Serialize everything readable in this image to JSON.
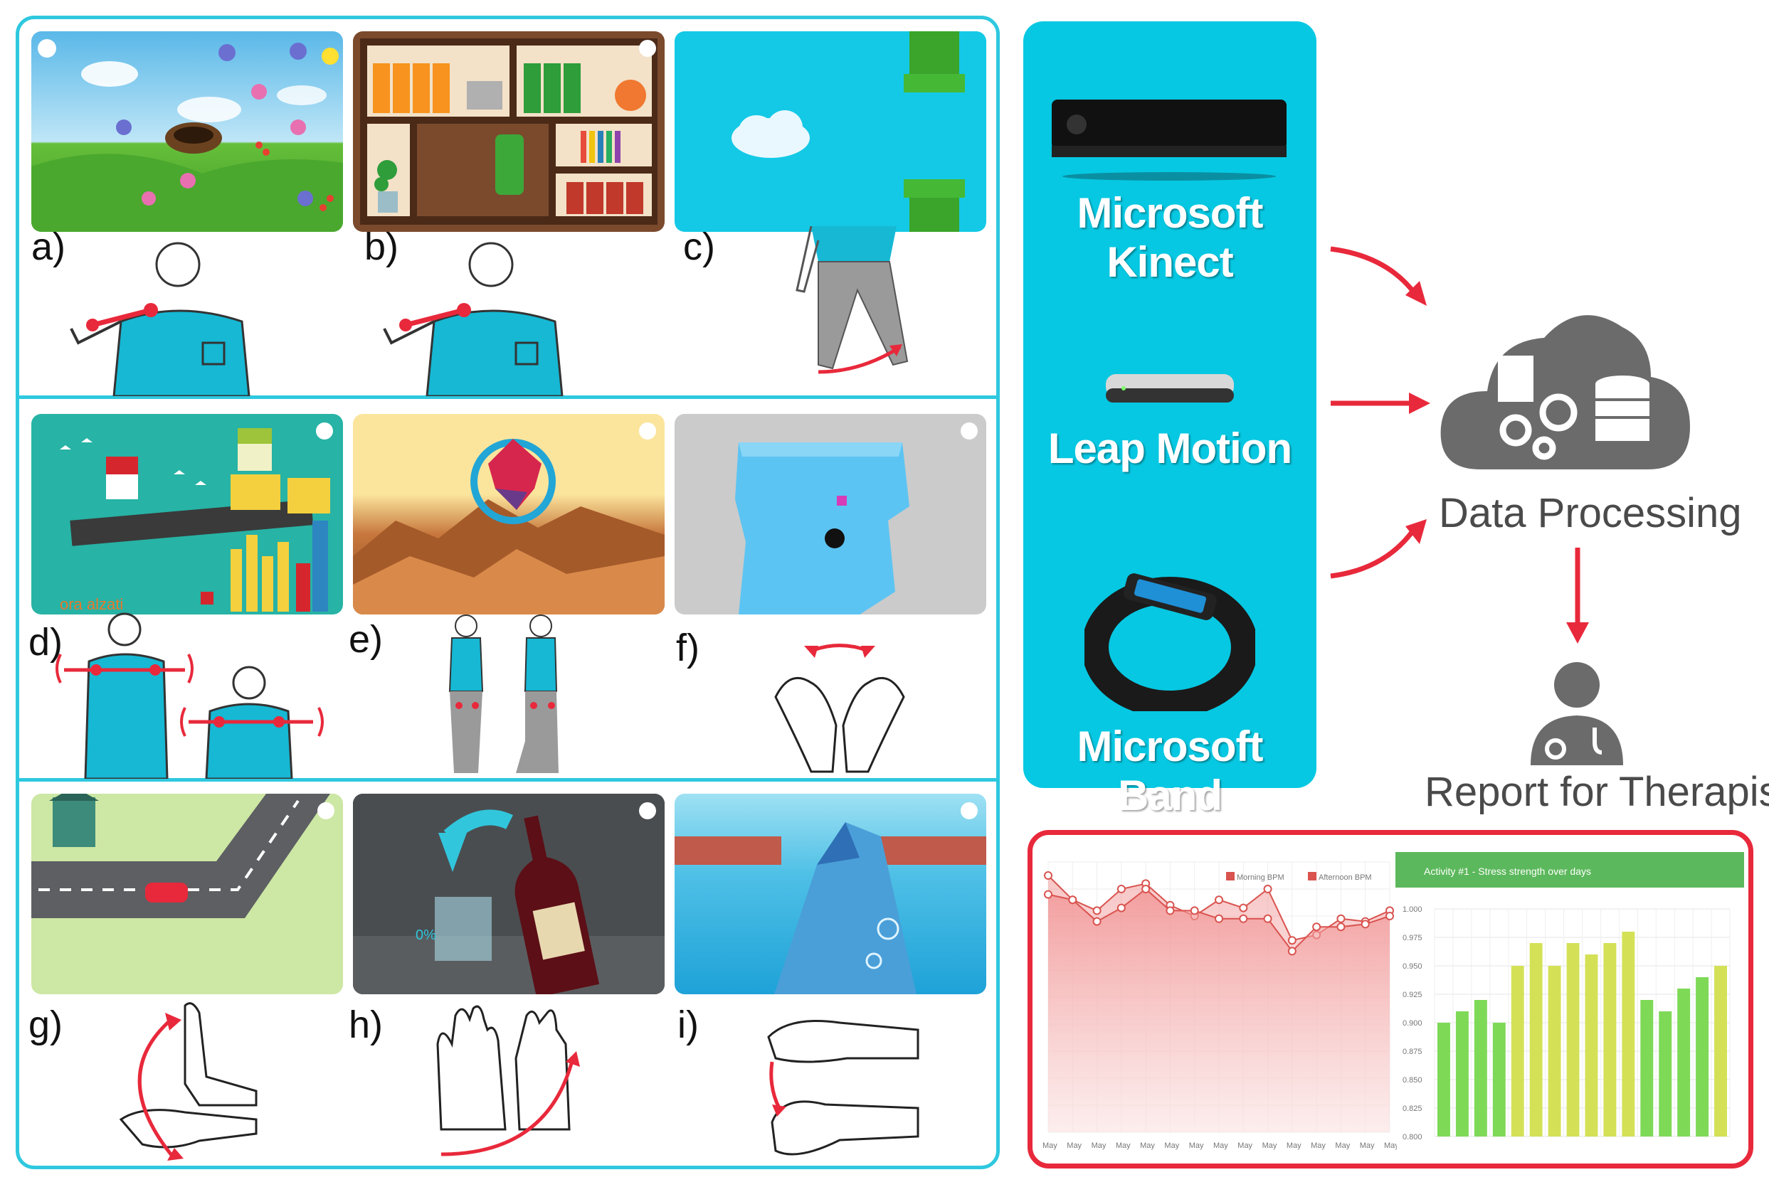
{
  "panels": [
    {
      "id": "a",
      "label": "a)"
    },
    {
      "id": "b",
      "label": "b)"
    },
    {
      "id": "c",
      "label": "c)"
    },
    {
      "id": "d",
      "label": "d)"
    },
    {
      "id": "e",
      "label": "e)"
    },
    {
      "id": "f",
      "label": "f)"
    },
    {
      "id": "g",
      "label": "g)"
    },
    {
      "id": "h",
      "label": "h)"
    },
    {
      "id": "i",
      "label": "i)"
    }
  ],
  "game_text": {
    "d_watermark": "ora alzati",
    "h_percent": "0%"
  },
  "devices": [
    {
      "name": "Microsoft Kinect"
    },
    {
      "name": "Leap Motion"
    },
    {
      "name": "Microsoft Band"
    }
  ],
  "processing_label": "Data Processing",
  "report_label": "Report for Therapist",
  "colors": {
    "cyan_frame": "#2ec8df",
    "device_bg": "#06c8e2",
    "arrow_red": "#e8293b",
    "icon_gray": "#6b6b6b",
    "bar_green": "#7ed957",
    "bar_yellow": "#d4e157",
    "area_red": "#f08a8a"
  },
  "chart_data": [
    {
      "type": "line",
      "legend": [
        "Morning BPM",
        "Afternoon BPM"
      ],
      "categories": [
        "May",
        "May",
        "May",
        "May",
        "May",
        "May",
        "May",
        "May",
        "May",
        "May",
        "May",
        "May",
        "May",
        "May",
        "May"
      ],
      "series": [
        {
          "name": "Morning BPM",
          "values": [
            0.95,
            0.86,
            0.82,
            0.9,
            0.92,
            0.84,
            0.8,
            0.86,
            0.83,
            0.9,
            0.71,
            0.73,
            0.79,
            0.78,
            0.82
          ]
        },
        {
          "name": "Afternoon BPM",
          "values": [
            0.88,
            0.86,
            0.78,
            0.83,
            0.9,
            0.82,
            0.82,
            0.79,
            0.79,
            0.79,
            0.67,
            0.76,
            0.76,
            0.77,
            0.8
          ]
        }
      ],
      "ylim": [
        0,
        1
      ]
    },
    {
      "type": "bar",
      "title": "Activity #1 - Stress strength over days",
      "y_ticks": [
        "1.000",
        "0.975",
        "0.950",
        "0.925",
        "0.900",
        "0.875",
        "0.850",
        "0.825",
        "0.800"
      ],
      "values": [
        0.9,
        0.91,
        0.92,
        0.9,
        0.95,
        0.97,
        0.95,
        0.97,
        0.96,
        0.97,
        0.98,
        0.92,
        0.91,
        0.93,
        0.94,
        0.95
      ],
      "ylim": [
        0.8,
        1.0
      ]
    }
  ]
}
